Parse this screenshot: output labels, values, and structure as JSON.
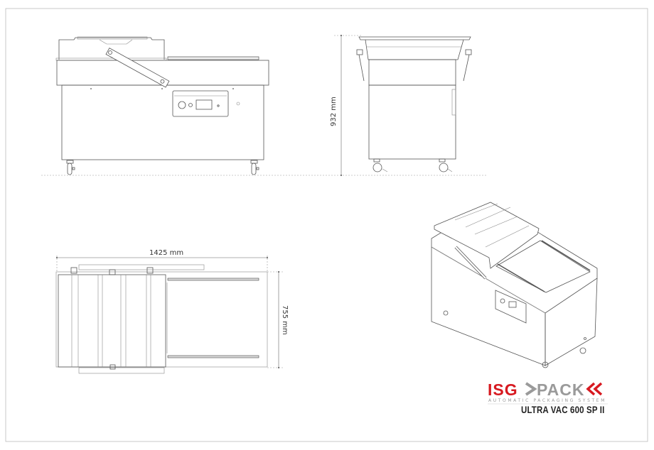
{
  "dimensions": {
    "height": "932 mm",
    "width": "1425 mm",
    "depth": "755 mm"
  },
  "views": [
    "front-view",
    "side-view",
    "top-view",
    "isometric-view"
  ],
  "logo": {
    "brand_left": "ISG",
    "brand_right": "PACK",
    "tagline": "AUTOMATIC PACKAGING SYSTEM",
    "colors": {
      "red": "#d71920",
      "grey": "#9a9a9a"
    }
  },
  "model_name": "ULTRA VAC 600 SP II"
}
